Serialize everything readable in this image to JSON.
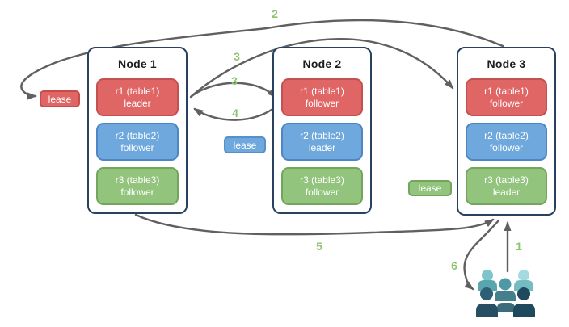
{
  "nodes": [
    {
      "title": "Node 1",
      "replicas": [
        {
          "range": "r1 (table1)",
          "role": "leader",
          "color": "#e06666"
        },
        {
          "range": "r2 (table2)",
          "role": "follower",
          "color": "#6fa8dc"
        },
        {
          "range": "r3 (table3)",
          "role": "follower",
          "color": "#93c47d"
        }
      ]
    },
    {
      "title": "Node 2",
      "replicas": [
        {
          "range": "r1 (table1)",
          "role": "follower",
          "color": "#e06666"
        },
        {
          "range": "r2 (table2)",
          "role": "leader",
          "color": "#6fa8dc"
        },
        {
          "range": "r3 (table3)",
          "role": "follower",
          "color": "#93c47d"
        }
      ]
    },
    {
      "title": "Node 3",
      "replicas": [
        {
          "range": "r1 (table1)",
          "role": "follower",
          "color": "#e06666"
        },
        {
          "range": "r2 (table2)",
          "role": "follower",
          "color": "#6fa8dc"
        },
        {
          "range": "r3 (table3)",
          "role": "leader",
          "color": "#93c47d"
        }
      ]
    }
  ],
  "leases": [
    {
      "label": "lease",
      "color": "#e06666"
    },
    {
      "label": "lease",
      "color": "#6fa8dc"
    },
    {
      "label": "lease",
      "color": "#93c47d"
    }
  ],
  "steps": {
    "s1": "1",
    "s2": "2",
    "s3a": "3",
    "s3b": "3",
    "s4": "4",
    "s5": "5",
    "s6": "6"
  },
  "icons": {
    "users": "users-icon"
  },
  "colors": {
    "node_border": "#27415f",
    "arrow": "#606060",
    "step_label": "#8cc470",
    "replica_red": "#e06666",
    "replica_blue": "#6fa8dc",
    "replica_green": "#93c47d",
    "users_light_teal": "#a5dade",
    "users_teal": "#58a7ae",
    "users_dark_slate": "#275063"
  }
}
